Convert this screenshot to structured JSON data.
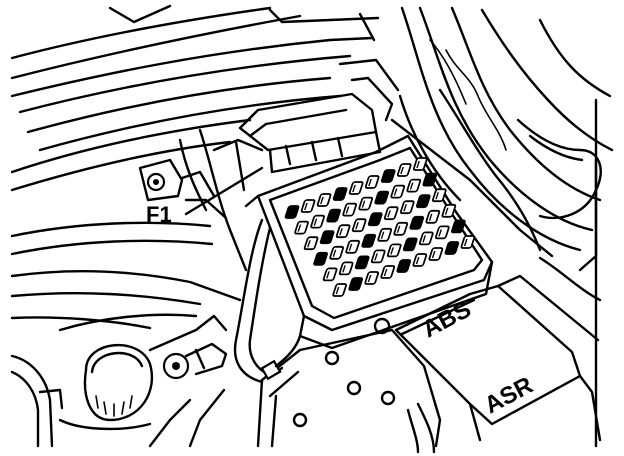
{
  "labels": {
    "f1": "F1",
    "abs": "ABS",
    "asr": "ASR"
  },
  "colors": {
    "line": "#000000",
    "background": "#ffffff"
  }
}
